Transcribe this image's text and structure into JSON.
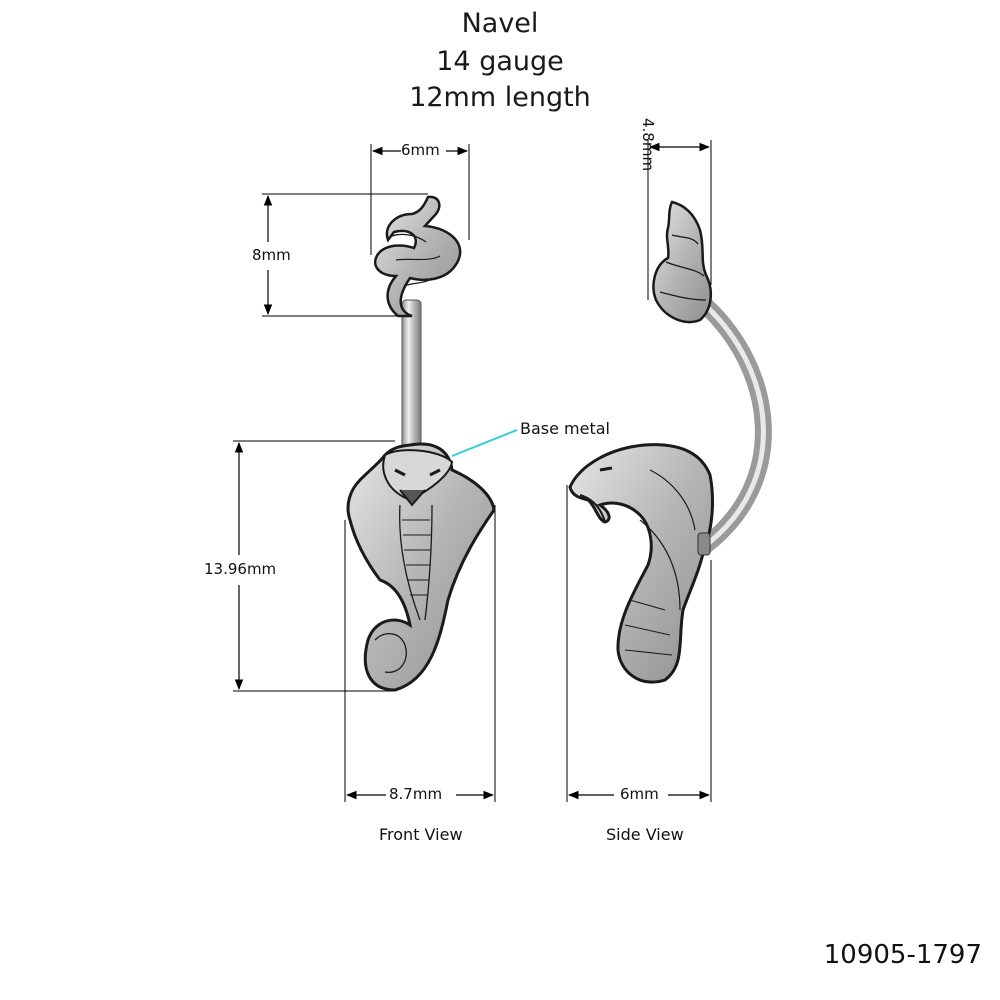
{
  "title_lines": [
    "Navel",
    "14 gauge",
    "12mm length"
  ],
  "front_view": {
    "label": "Front View",
    "top_width": "6mm",
    "top_height": "8mm",
    "bottom_height": "13.96mm",
    "bottom_width": "8.7mm",
    "callout": "Base metal"
  },
  "side_view": {
    "label": "Side View",
    "top_width": "4.8mm",
    "bottom_width": "6mm"
  },
  "part_number": "10905-1797",
  "colors": {
    "dimension_line": "#000000",
    "callout_line": "#33ccdd",
    "metal": "#c9c9c9",
    "outline": "#1a1a1a"
  }
}
